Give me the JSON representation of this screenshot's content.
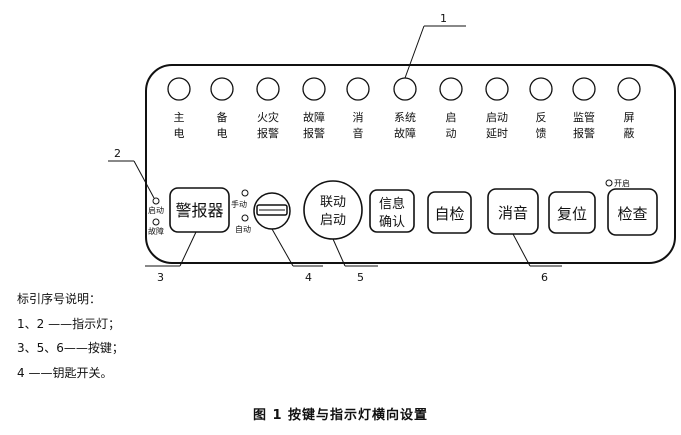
{
  "indicators": [
    {
      "line1": "主",
      "line2": "电"
    },
    {
      "line1": "备",
      "line2": "电"
    },
    {
      "line1": "火灾",
      "line2": "报警"
    },
    {
      "line1": "故障",
      "line2": "报警"
    },
    {
      "line1": "消",
      "line2": "音"
    },
    {
      "line1": "系统",
      "line2": "故障"
    },
    {
      "line1": "启",
      "line2": "动"
    },
    {
      "line1": "启动",
      "line2": "延时"
    },
    {
      "line1": "反",
      "line2": "馈"
    },
    {
      "line1": "监管",
      "line2": "报警"
    },
    {
      "line1": "屏",
      "line2": "蔽"
    }
  ],
  "left_indicators": {
    "top": "启动",
    "bottom": "故障"
  },
  "key_switch_labels": {
    "top": "手动",
    "bottom": "自动"
  },
  "open_indicator": "开启",
  "buttons": {
    "alarm": "警报器",
    "linkage": {
      "line1": "联动",
      "line2": "启动"
    },
    "info": {
      "line1": "信息",
      "line2": "确认"
    },
    "selfcheck": "自检",
    "silence": "消音",
    "reset": "复位",
    "inspect": "检查"
  },
  "callouts": [
    "1",
    "2",
    "3",
    "4",
    "5",
    "6"
  ],
  "legend": {
    "title": "标引序号说明：",
    "lines": [
      "1、2 ——指示灯；",
      "3、5、6——按键；",
      "4 ——钥匙开关。"
    ]
  },
  "caption": "图 1  按键与指示灯横向设置"
}
